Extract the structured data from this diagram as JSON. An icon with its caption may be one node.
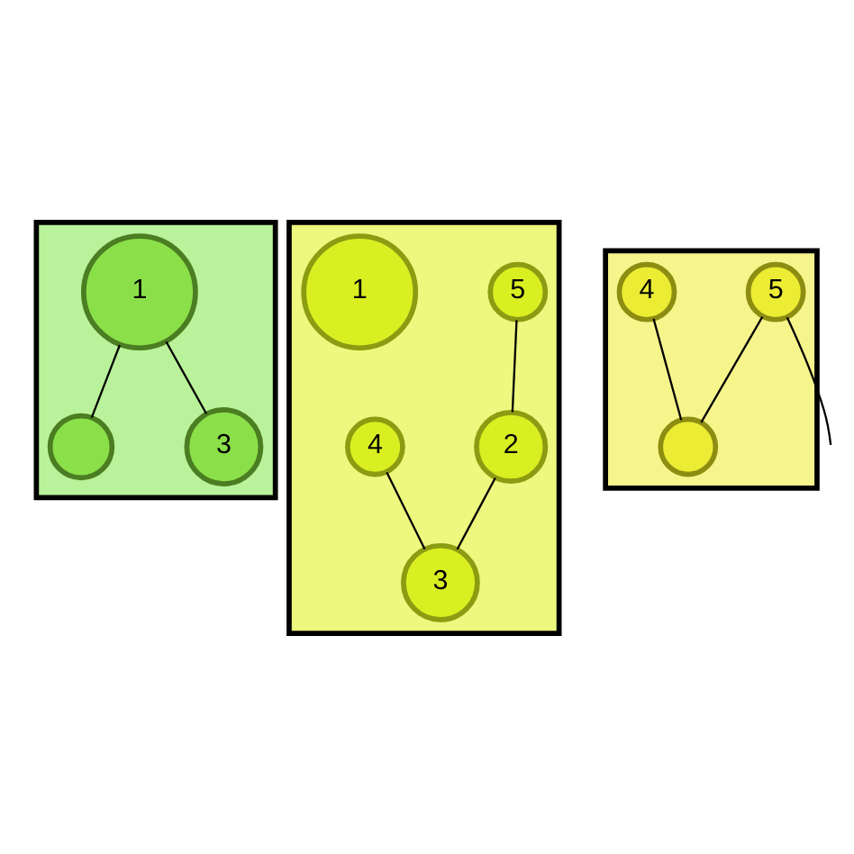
{
  "diagram": {
    "nodes": [
      {
        "text": [],
        "shape": "trapezium"
      },
      {
        "text": [
          "1"
        ],
        "in": 0
      },
      {
        "text": [],
        "shape": "circle",
        "in": 0
      },
      {
        "text": [
          "3"
        ],
        "in": 0
      },
      {
        "text": [],
        "shape": "trapezium"
      },
      {
        "text": [
          "5"
        ],
        "in": 4
      },
      {
        "text": [
          "4"
        ],
        "in": 4
      },
      {
        "text": [
          "2"
        ],
        "in": 4
      },
      {
        "text": [
          "1"
        ],
        "in": 4
      },
      {
        "text": [
          "3"
        ],
        "in": 4
      },
      {
        "text": [],
        "shape": "trapezium"
      },
      {
        "text": [
          "5"
        ],
        "in": 10
      },
      {
        "text": [
          "4"
        ],
        "in": 10
      },
      {
        "text": [],
        "shape": "circle",
        "in": 10
      }
    ],
    "edges": [
      {
        "from": 1,
        "to": 2,
        "arrow": "none"
      },
      {
        "from": 1,
        "to": 3,
        "arrow": "none"
      },
      {
        "from": 5,
        "to": 7,
        "arrow": "none"
      },
      {
        "from": 7,
        "to": 9,
        "arrow": "none"
      },
      {
        "from": 6,
        "to": 9,
        "arrow": "none"
      },
      {
        "from": 11,
        "to": null,
        "arrow": "none"
      },
      {
        "from": 11,
        "to": 13,
        "arrow": "none"
      },
      {
        "from": 12,
        "to": 13,
        "arrow": "none"
      }
    ]
  }
}
